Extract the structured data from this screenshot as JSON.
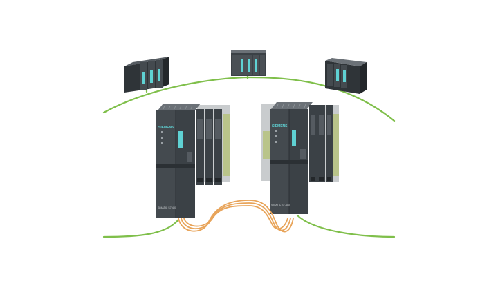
{
  "scene": {
    "description_free": true,
    "colors": {
      "background": "#ffffff",
      "module_dark": "#3b4146",
      "module_mid": "#555b61",
      "module_light": "#6b7177",
      "module_face": "#4a5055",
      "rail_silver": "#c9ccce",
      "io_green_board": "#b9c48a",
      "led_cyan": "#5fd1d3",
      "network_green": "#7fbf4a",
      "fiber_orange": "#e8a45a"
    }
  },
  "cpu_left": {
    "brand": "SIEMENS",
    "model": "SIMATIC S7-400"
  },
  "cpu_right": {
    "brand": "SIEMENS",
    "model": "SIMATIC S7-400"
  }
}
